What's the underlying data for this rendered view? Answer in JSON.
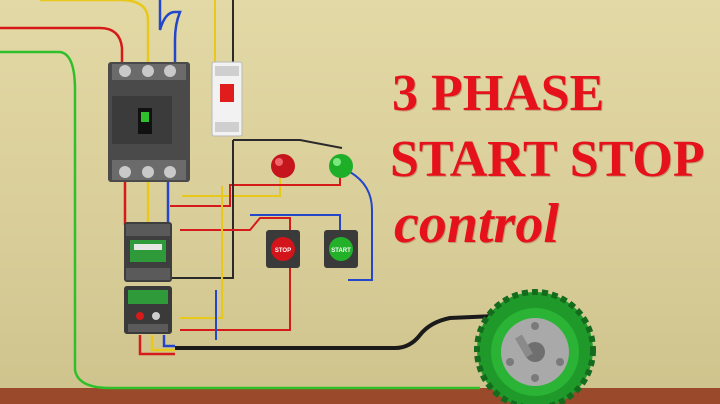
{
  "title": {
    "line1": "3 PHASE",
    "line2": "START STOP",
    "line3": "control"
  },
  "buttons": {
    "stop_label": "STOP",
    "start_label": "START"
  },
  "colors": {
    "title_red": "#e5121b",
    "wire_red": "#d61a1a",
    "wire_yellow": "#e8c81a",
    "wire_blue": "#2446c9",
    "wire_green": "#2fbf2a",
    "wall": "#d9cf9c",
    "motor_green": "#1f9a2a"
  },
  "icons": [
    "mccb-breaker-icon",
    "mcb-breaker-icon",
    "red-pilot-lamp-icon",
    "green-pilot-lamp-icon",
    "contactor-icon",
    "overload-relay-icon",
    "stop-pushbutton-icon",
    "start-pushbutton-icon",
    "three-phase-motor-icon"
  ]
}
